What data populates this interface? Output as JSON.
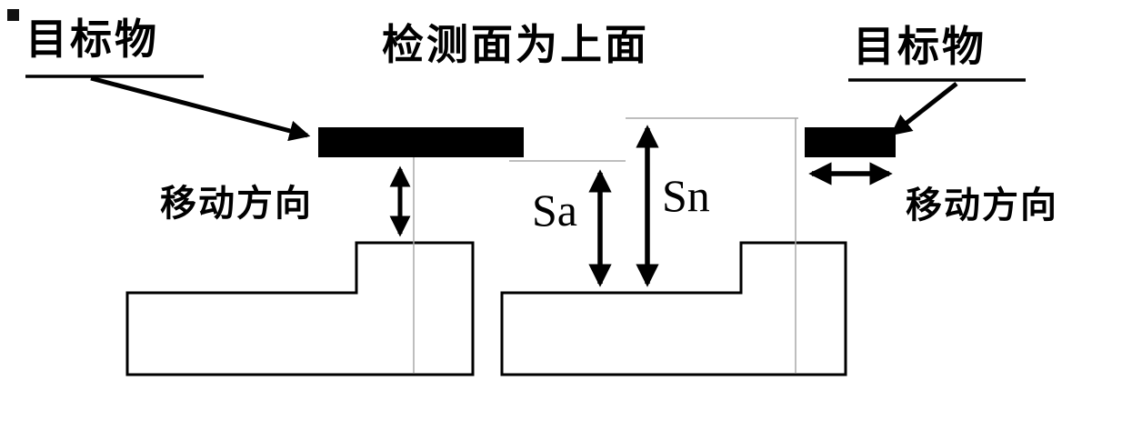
{
  "diagram": {
    "top_labels": {
      "target_left": "目标物",
      "detection_surface": "检测面为上面",
      "target_right": "目标物"
    },
    "side_labels": {
      "move_direction_left": "移动方向",
      "move_direction_right": "移动方向"
    },
    "distances": {
      "sa": "Sa",
      "sn": "Sn"
    },
    "colors": {
      "ink": "#000000",
      "guide": "#a8a8a8",
      "background": "#ffffff"
    }
  }
}
